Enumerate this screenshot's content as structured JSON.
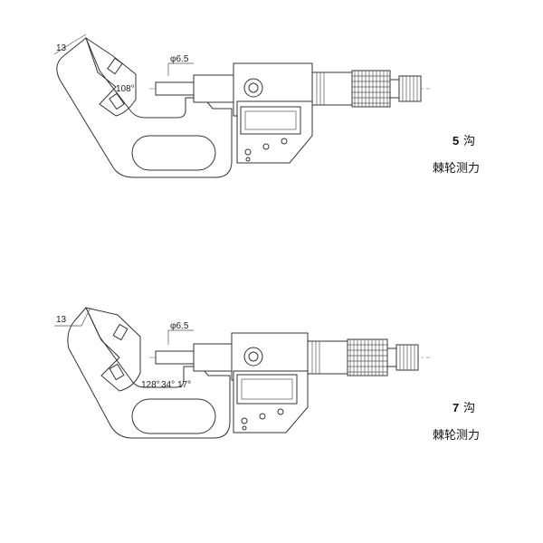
{
  "figures": [
    {
      "dim_width": "13",
      "dim_diameter": "φ6.5",
      "angle_labels": [
        "108°"
      ],
      "caption_number": "5",
      "caption_unit": "沟",
      "caption_text": "棘轮测力"
    },
    {
      "dim_width": "13",
      "dim_diameter": "φ6.5",
      "angle_labels": [
        "128°",
        "34°",
        "17°"
      ],
      "caption_number": "7",
      "caption_unit": "沟",
      "caption_text": "棘轮测力"
    }
  ],
  "colors": {
    "line": "#333333",
    "background": "#ffffff"
  }
}
